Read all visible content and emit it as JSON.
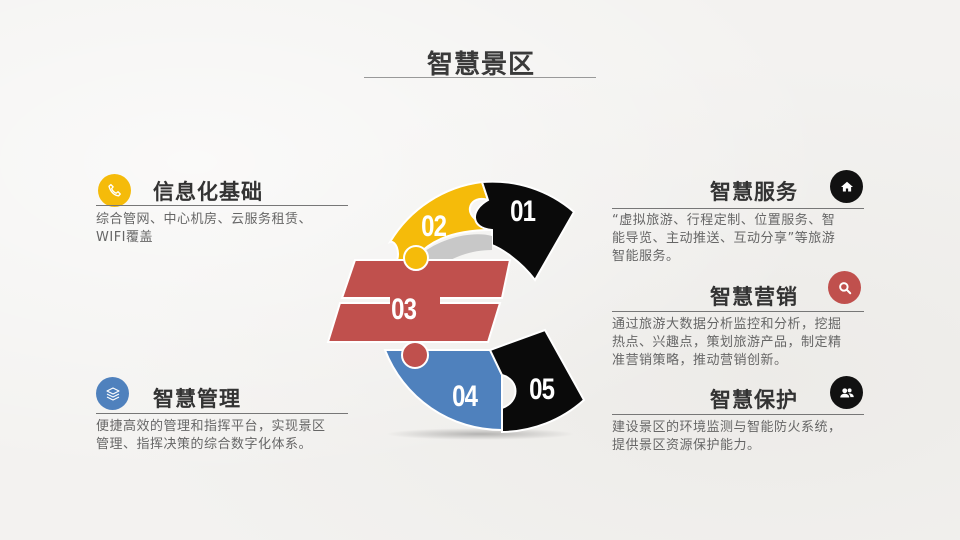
{
  "slide": {
    "title": "智慧景区"
  },
  "items": [
    {
      "number": "01",
      "heading": "智慧服务",
      "description_lines": [
        "“虚拟旅游、行程定制、位置服务、智",
        "能导览、主动推送、互动分享”等旅游",
        "智能服务。"
      ],
      "icon": "home-icon",
      "icon_color": "#111111",
      "segment_color": "#0a0a0a"
    },
    {
      "number": "02",
      "heading": "信息化基础",
      "description_lines": [
        "综合管网、中心机房、云服务租赁、",
        "WIFI覆盖"
      ],
      "icon": "phone-icon",
      "icon_color": "#f5bb0a",
      "segment_color": "#f5bb0a"
    },
    {
      "number": "03",
      "heading": "智慧营销",
      "description_lines": [
        "通过旅游大数据分析监控和分析，挖掘",
        "热点、兴趣点，策划旅游产品，制定精",
        "准营销策略，推动营销创新。"
      ],
      "icon": "search-icon",
      "icon_color": "#c0504d",
      "segment_color": "#c0504d"
    },
    {
      "number": "04",
      "heading": "智慧管理",
      "description_lines": [
        "便捷高效的管理和指挥平台，实现景区",
        "管理、指挥决策的综合数字化体系。"
      ],
      "icon": "layers-icon",
      "icon_color": "#4f81bd",
      "segment_color": "#4f81bd"
    },
    {
      "number": "05",
      "heading": "智慧保护",
      "description_lines": [
        "建设景区的环境监测与智能防火系统，",
        "提供景区资源保护能力。"
      ],
      "icon": "users-icon",
      "icon_color": "#111111",
      "segment_color": "#0a0a0a"
    }
  ]
}
